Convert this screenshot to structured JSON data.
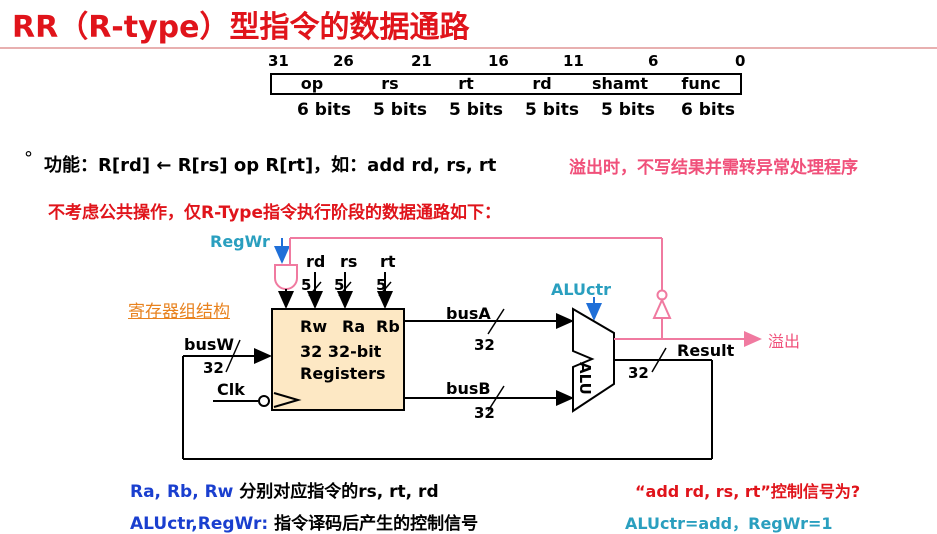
{
  "title": "RR（R-type）型指令的数据通路",
  "format": {
    "bit_positions": [
      "31",
      "26",
      "21",
      "16",
      "11",
      "6",
      "0"
    ],
    "fields": [
      "op",
      "rs",
      "rt",
      "rd",
      "shamt",
      "func"
    ],
    "widths": [
      "6 bits",
      "5 bits",
      "5 bits",
      "5 bits",
      "5 bits",
      "6 bits"
    ]
  },
  "function_line": {
    "bullet": "°",
    "text": "功能：R[rd] ← R[rs] op R[rt]，如：add    rd, rs, rt",
    "overflow_note": "溢出时，不写结果并需转异常处理程序"
  },
  "subtitle": "不考虑公共操作，仅R-Type指令执行阶段的数据通路如下：",
  "diagram": {
    "regwr": "RegWr",
    "reg_inputs": [
      "rd",
      "rs",
      "rt"
    ],
    "bus_width_5": "5",
    "reg_label": "寄存器组结构",
    "reg_ports": [
      "Rw",
      "Ra",
      "Rb"
    ],
    "reg_text1": "32 32-bit",
    "reg_text2": "Registers",
    "busW": "busW",
    "clk": "Clk",
    "busA": "busA",
    "busB": "busB",
    "bus_width_32": "32",
    "aluctr": "ALUctr",
    "alu": "ALU",
    "overflow": "溢出",
    "result": "Result"
  },
  "bottom": {
    "line1_blue": "Ra, Rb, Rw",
    "line1_black": " 分别对应指令的rs, rt, rd",
    "line2_blue": "ALUctr,RegWr:",
    "line2_black": "  指令译码后产生的控制信号",
    "question": "“add rd, rs, rt”控制信号为?",
    "answer": "ALUctr=add，RegWr=1"
  }
}
